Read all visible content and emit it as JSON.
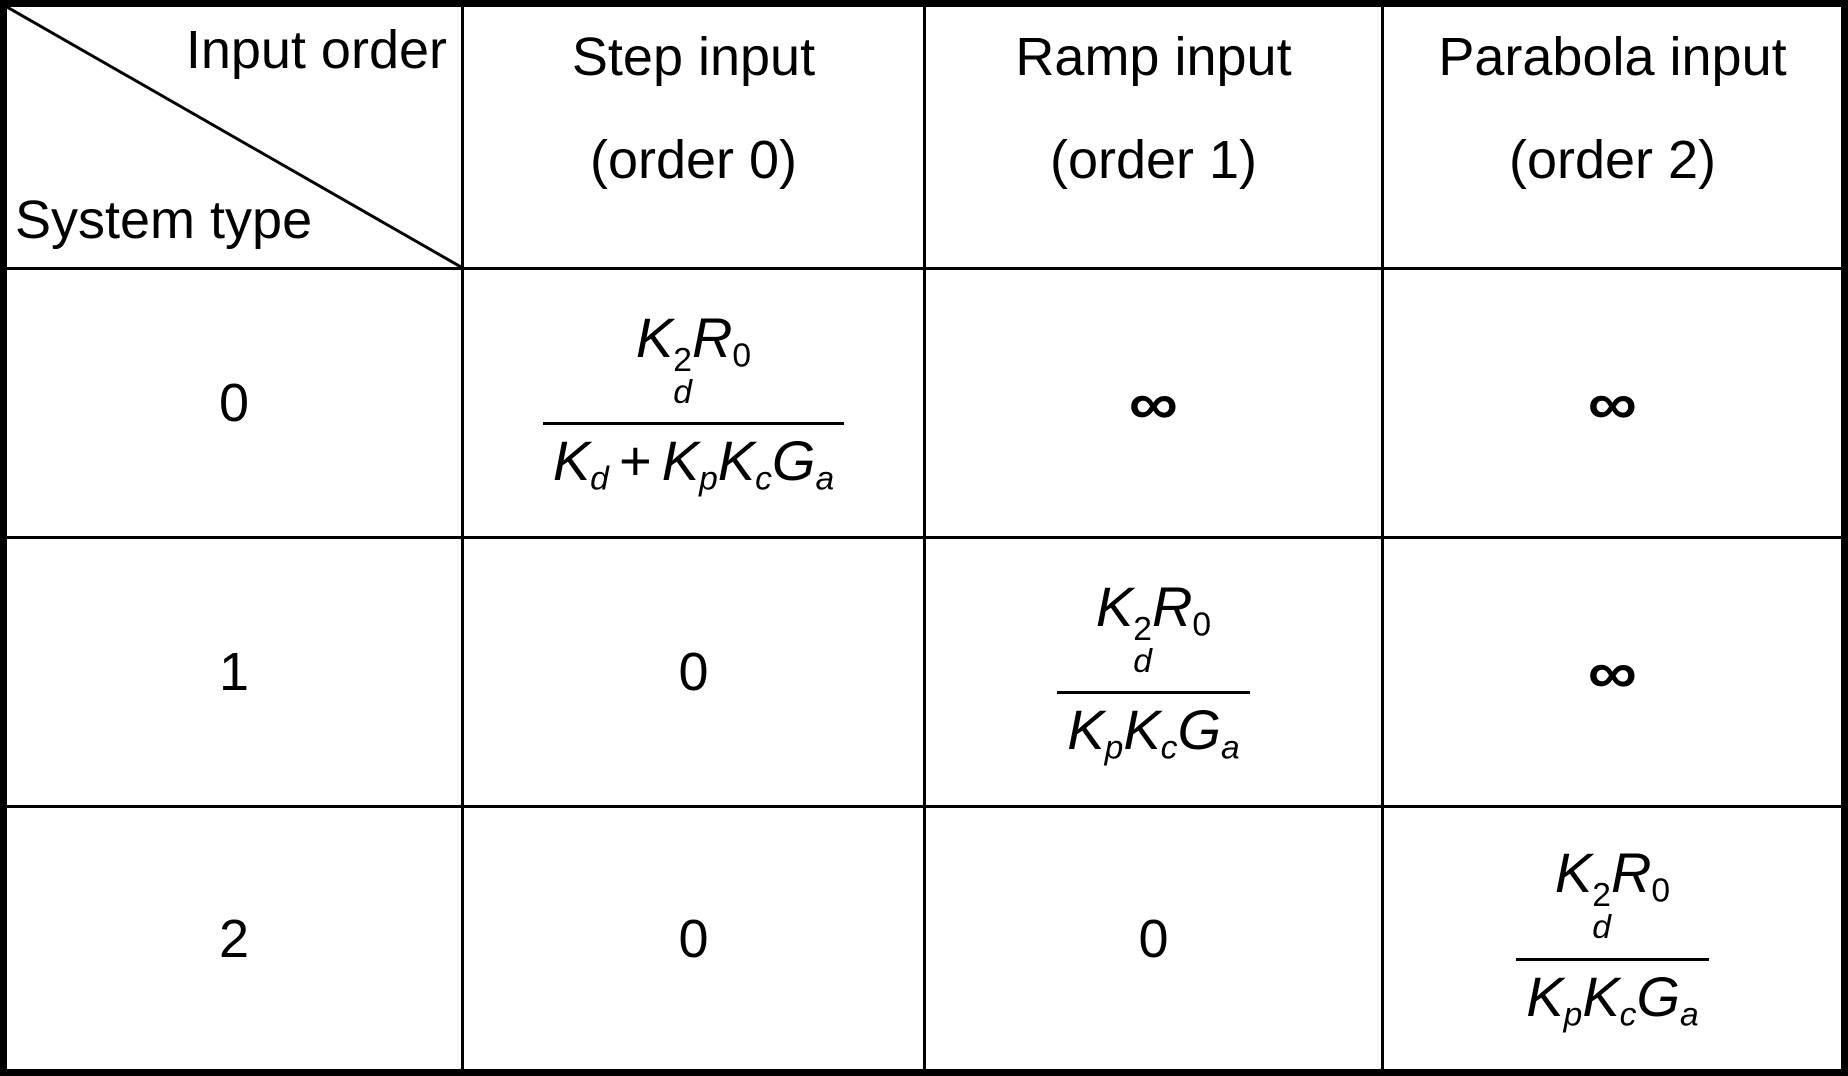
{
  "colors": {
    "border": "#000000",
    "background": "#ffffff",
    "text": "#000000"
  },
  "table": {
    "corner": {
      "top_label": "Input order",
      "bottom_label": "System type"
    },
    "columns": [
      {
        "title": "Step input",
        "subtitle": "(order 0)"
      },
      {
        "title": "Ramp input",
        "subtitle": "(order 1)"
      },
      {
        "title": "Parabola input",
        "subtitle": "(order 2)"
      }
    ],
    "rows": [
      {
        "label": "0",
        "cells": [
          {
            "type": "formula",
            "tex": "K_d^2 R_0 / (K_d + K_p K_c G_a)",
            "num": [
              {
                "v": "K",
                "sup": "2",
                "sub": "d"
              },
              {
                "v": "R",
                "sub": "0"
              }
            ],
            "den": [
              {
                "v": "K",
                "sub": "d"
              },
              {
                "v": "+",
                "op": true
              },
              {
                "v": "K",
                "sub": "p"
              },
              {
                "v": "K",
                "sub": "c"
              },
              {
                "v": "G",
                "sub": "a"
              }
            ]
          },
          {
            "type": "infinity",
            "text": "∞"
          },
          {
            "type": "infinity",
            "text": "∞"
          }
        ]
      },
      {
        "label": "1",
        "cells": [
          {
            "type": "number",
            "text": "0"
          },
          {
            "type": "formula",
            "tex": "K_d^2 R_0 / (K_p K_c G_a)",
            "num": [
              {
                "v": "K",
                "sup": "2",
                "sub": "d"
              },
              {
                "v": "R",
                "sub": "0"
              }
            ],
            "den": [
              {
                "v": "K",
                "sub": "p"
              },
              {
                "v": "K",
                "sub": "c"
              },
              {
                "v": "G",
                "sub": "a"
              }
            ]
          },
          {
            "type": "infinity",
            "text": "∞"
          }
        ]
      },
      {
        "label": "2",
        "cells": [
          {
            "type": "number",
            "text": "0"
          },
          {
            "type": "number",
            "text": "0"
          },
          {
            "type": "formula",
            "tex": "K_d^2 R_0 / (K_p K_c G_a)",
            "num": [
              {
                "v": "K",
                "sup": "2",
                "sub": "d"
              },
              {
                "v": "R",
                "sub": "0"
              }
            ],
            "den": [
              {
                "v": "K",
                "sub": "p"
              },
              {
                "v": "K",
                "sub": "c"
              },
              {
                "v": "G",
                "sub": "a"
              }
            ]
          }
        ]
      }
    ]
  }
}
